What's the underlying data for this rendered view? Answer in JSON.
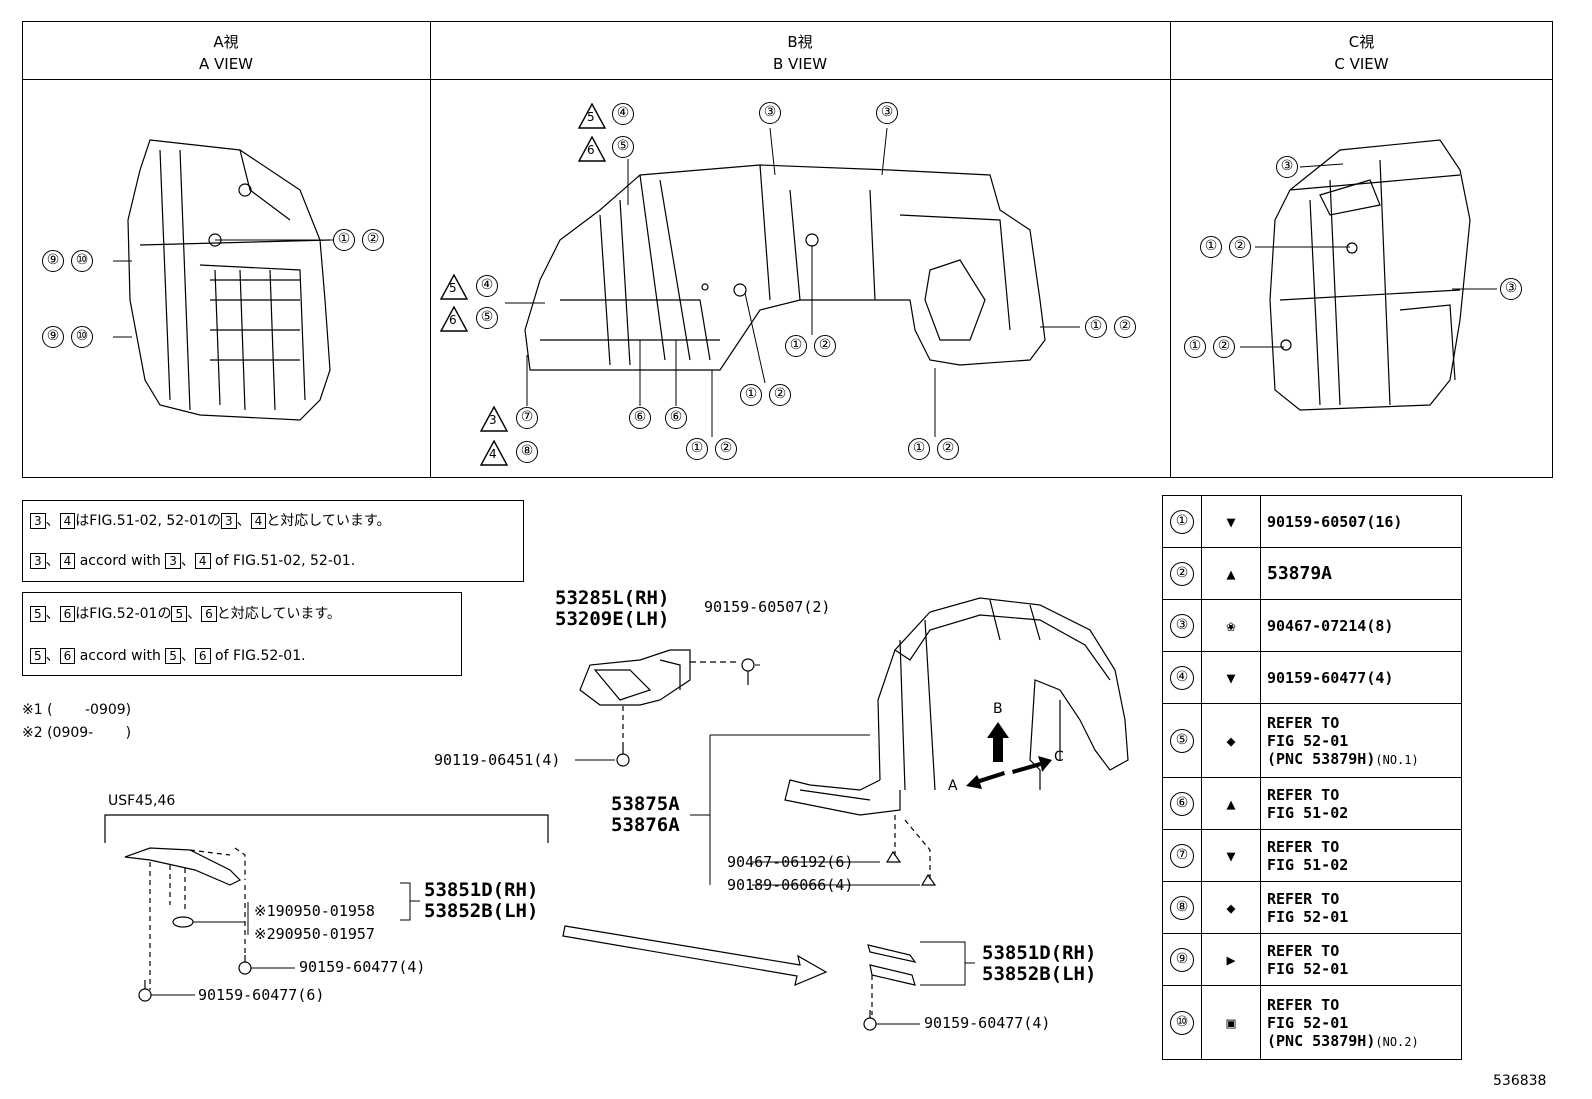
{
  "views": {
    "a": {
      "jp": "A視",
      "en": "A VIEW"
    },
    "b": {
      "jp": "B視",
      "en": "B VIEW"
    },
    "c": {
      "jp": "C視",
      "en": "C VIEW"
    }
  },
  "callouts": {
    "one": "①",
    "two": "②",
    "three": "③",
    "four": "④",
    "five": "⑤",
    "six": "⑥",
    "seven": "⑦",
    "eight": "⑧",
    "nine": "⑨",
    "ten": "⑩"
  },
  "tri_labels": {
    "t3": "3",
    "t4": "4",
    "t5": "5",
    "t6": "6"
  },
  "notes": {
    "n1_jp_a": "、",
    "n1_jp_b": "はFIG.51-02, 52-01の",
    "n1_jp_c": "、",
    "n1_jp_d": "と対応しています。",
    "n1_en_a": "、",
    "n1_en_b": " accord with ",
    "n1_en_c": "、",
    "n1_en_d": " of FIG.51-02, 52-01.",
    "n2_jp_b": "はFIG.52-01の",
    "n2_jp_d": "と対応しています。",
    "n2_en_d": " of FIG.52-01.",
    "footnote1": "※1 (　　 -0909)",
    "footnote2": "※2 (0909-　　 )"
  },
  "parts": {
    "p53285L": "53285L(RH)",
    "p53209E": "53209E(LH)",
    "p90159_2": "90159-60507(2)",
    "p90119": "90119-06451(4)",
    "p53875A": "53875A",
    "p53876A": "53876A",
    "p90467_06192": "90467-06192(6)",
    "p90189": "90189-06066(4)",
    "usf": "USF45,46",
    "p53851D": "53851D(RH)",
    "p53852B": "53852B(LH)",
    "p90950_01958": "※190950-01958",
    "p90950_01957": "※290950-01957",
    "p90159_4": "90159-60477(4)",
    "p90159_6": "90159-60477(6)",
    "p53851D_2": "53851D(RH)",
    "p53852B_2": "53852B(LH)",
    "p90159_4b": "90159-60477(4)",
    "arrow_a": "A",
    "arrow_b": "B",
    "arrow_c": "C"
  },
  "legend": [
    {
      "num": "①",
      "desc": [
        "90159-60507(16)"
      ]
    },
    {
      "num": "②",
      "desc": [
        "53879A"
      ]
    },
    {
      "num": "③",
      "desc": [
        "90467-07214(8)"
      ]
    },
    {
      "num": "④",
      "desc": [
        "90159-60477(4)"
      ]
    },
    {
      "num": "⑤",
      "desc": [
        "REFER TO",
        "FIG 52-01",
        "(PNC 53879H)"
      ],
      "extra": "(NO.1)"
    },
    {
      "num": "⑥",
      "desc": [
        "REFER TO",
        "FIG 51-02"
      ]
    },
    {
      "num": "⑦",
      "desc": [
        "REFER TO",
        "FIG 51-02"
      ]
    },
    {
      "num": "⑧",
      "desc": [
        "REFER TO",
        "FIG 52-01"
      ]
    },
    {
      "num": "⑨",
      "desc": [
        "REFER TO",
        "FIG 52-01"
      ]
    },
    {
      "num": "⑩",
      "desc": [
        "REFER TO",
        "FIG 52-01",
        "(PNC 53879H)"
      ],
      "extra": "(NO.2)"
    }
  ],
  "figure_id": "536838"
}
